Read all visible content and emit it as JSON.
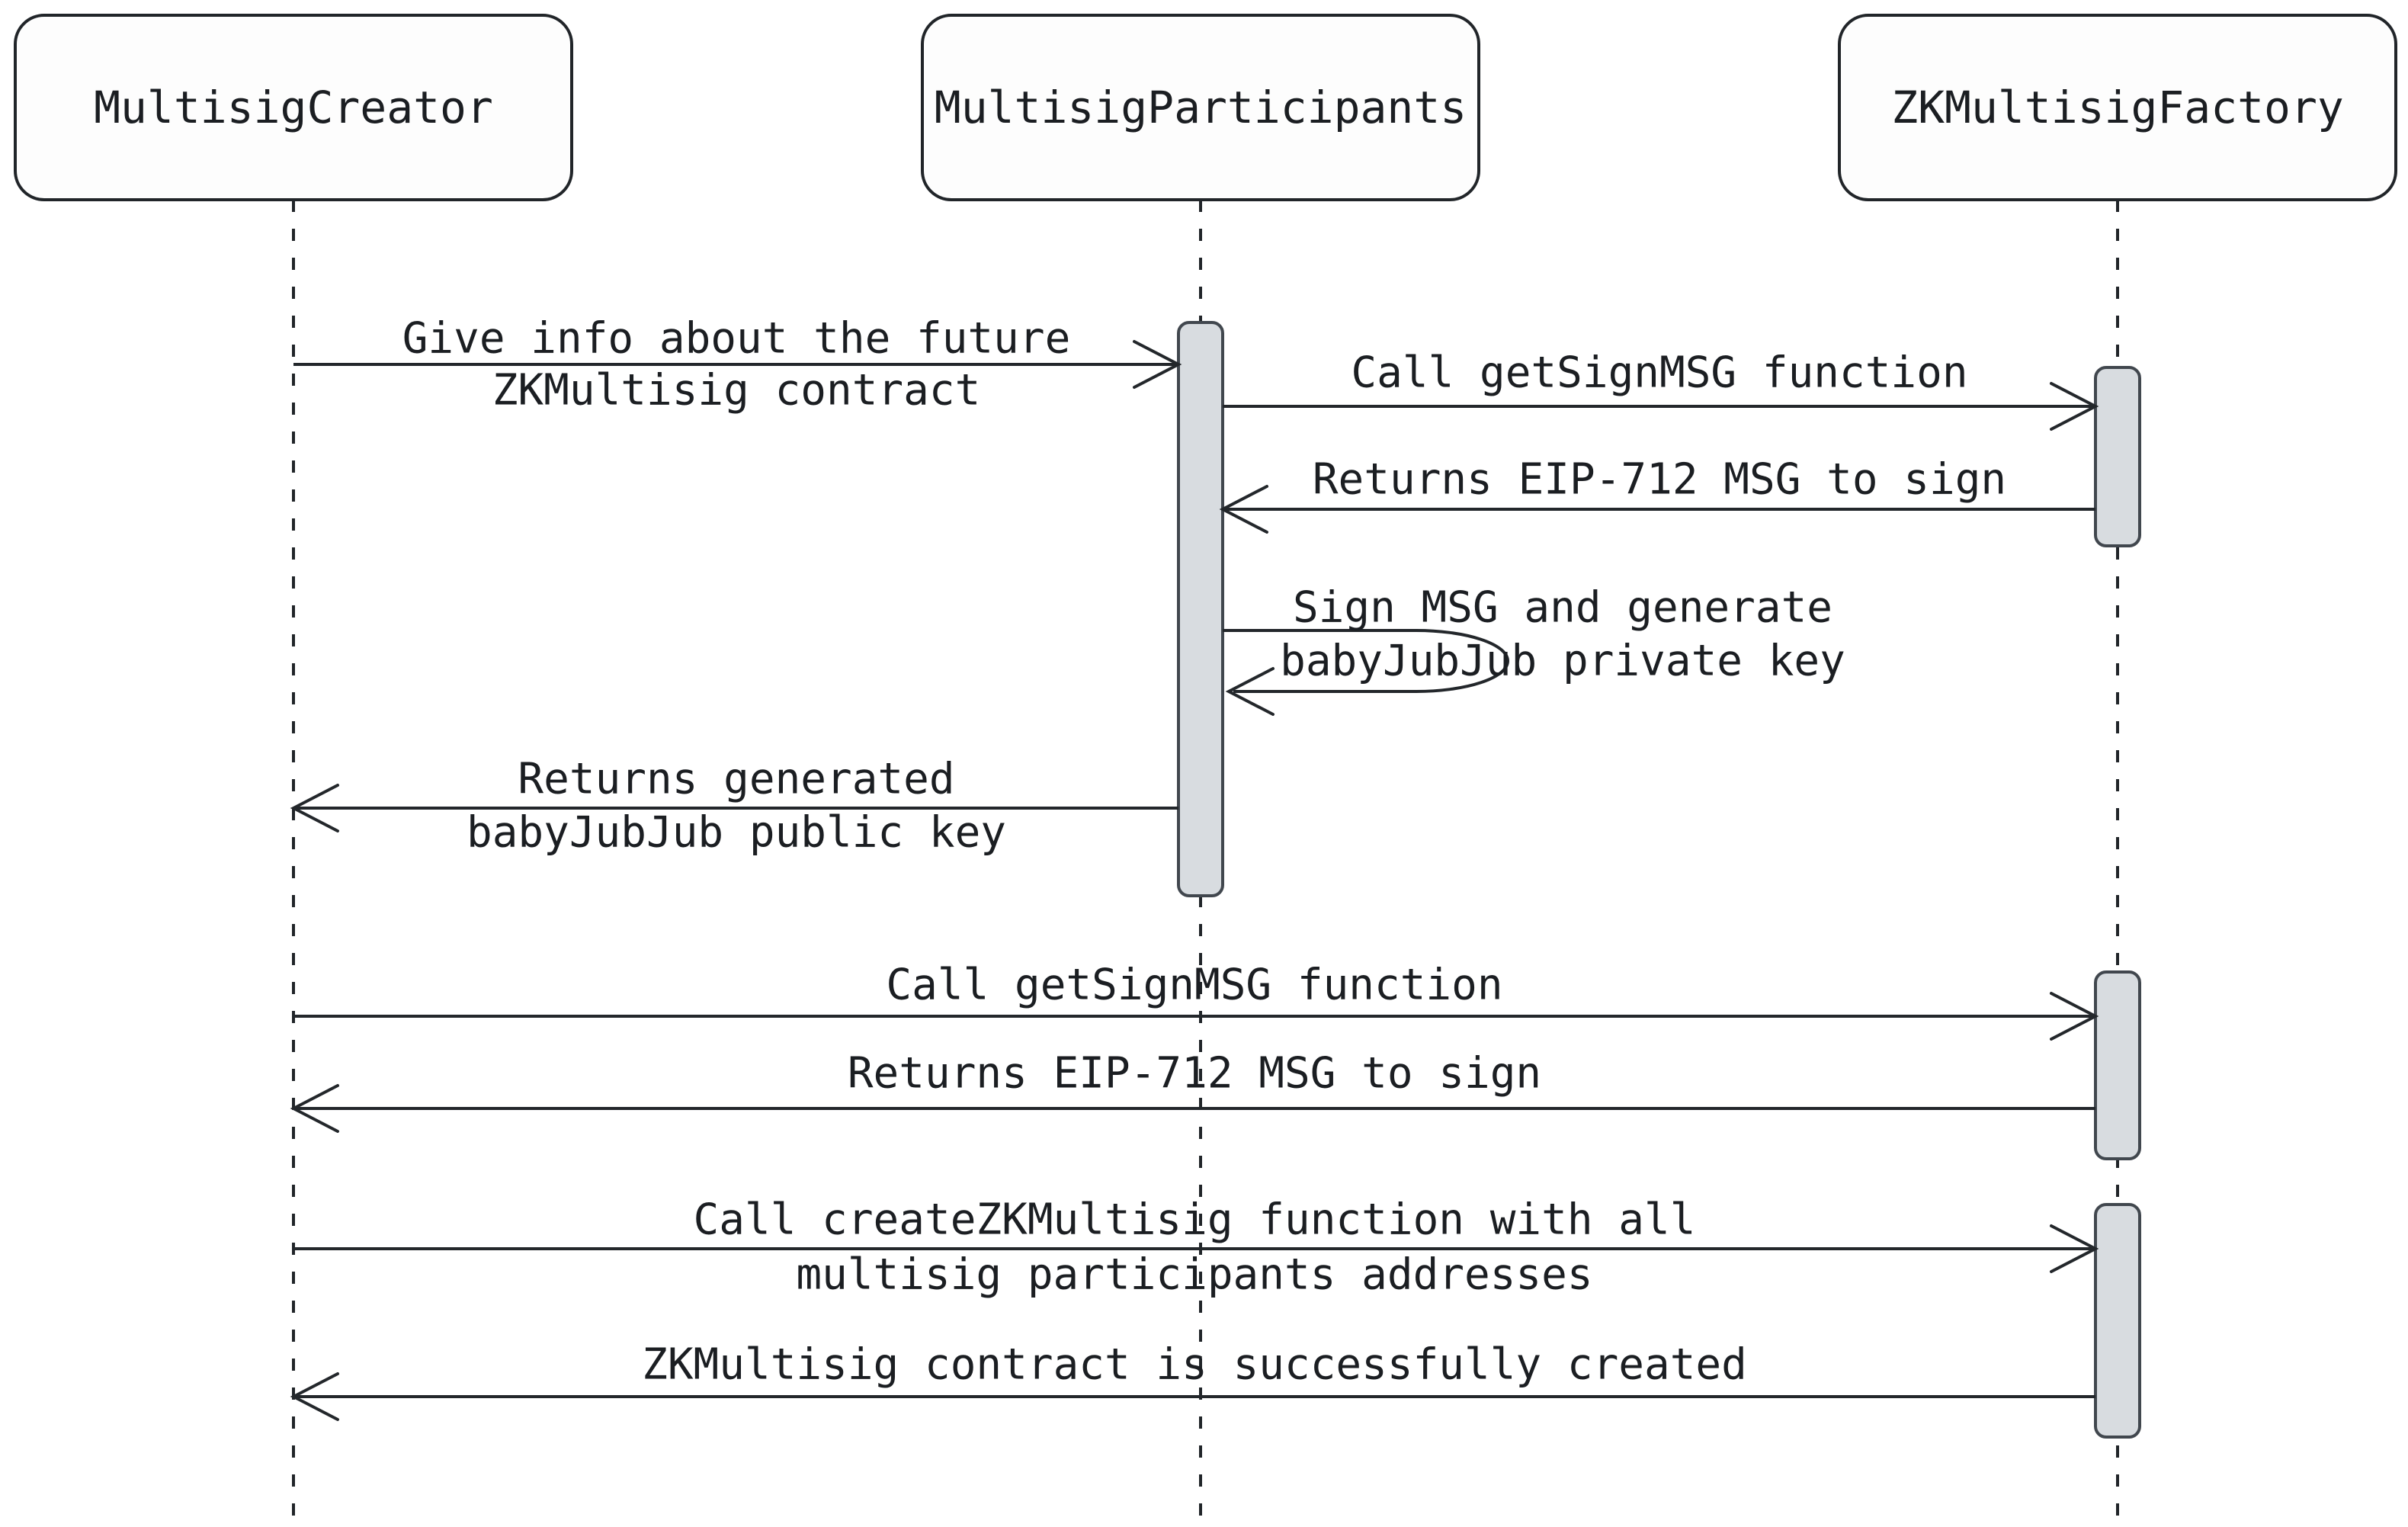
{
  "diagram": {
    "type": "sequence-diagram",
    "background_color": "#ffffff",
    "colors": {
      "line": "#23272b",
      "text": "#1b1e22",
      "actor_fill": "#fdfdfd",
      "actor_border": "#212529",
      "activation_fill": "#d8dce0",
      "activation_border": "#41474e"
    },
    "actors": [
      {
        "id": "creator",
        "label": "MultisigCreator"
      },
      {
        "id": "participants",
        "label": "MultisigParticipants"
      },
      {
        "id": "factory",
        "label": "ZKMultisigFactory"
      }
    ],
    "messages": [
      {
        "from": "creator",
        "to": "participants",
        "direction": "right",
        "lines": [
          "Give info about the future",
          "ZKMultisig contract"
        ]
      },
      {
        "from": "participants",
        "to": "factory",
        "direction": "right",
        "lines": [
          "Call getSignMSG function"
        ]
      },
      {
        "from": "factory",
        "to": "participants",
        "direction": "left",
        "lines": [
          "Returns EIP-712 MSG to sign"
        ]
      },
      {
        "from": "participants",
        "to": "participants",
        "direction": "self",
        "lines": [
          "Sign MSG and generate",
          "babyJubJub private key"
        ]
      },
      {
        "from": "participants",
        "to": "creator",
        "direction": "left",
        "lines": [
          "Returns generated",
          "babyJubJub public key"
        ]
      },
      {
        "from": "creator",
        "to": "factory",
        "direction": "right",
        "lines": [
          "Call getSignMSG function"
        ]
      },
      {
        "from": "factory",
        "to": "creator",
        "direction": "left",
        "lines": [
          "Returns EIP-712 MSG to sign"
        ]
      },
      {
        "from": "creator",
        "to": "factory",
        "direction": "right",
        "lines": [
          "Call createZKMultisig function with all",
          "multisig participants addresses"
        ]
      },
      {
        "from": "factory",
        "to": "creator",
        "direction": "left",
        "lines": [
          "ZKMultisig contract is successfully created"
        ]
      }
    ]
  }
}
